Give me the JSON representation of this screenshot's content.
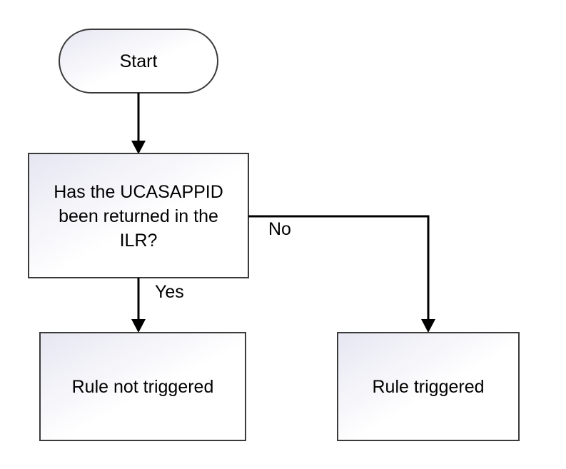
{
  "nodes": {
    "start": {
      "label": "Start"
    },
    "decision": {
      "lines": [
        "Has the UCASAPPID",
        "been returned in the",
        "ILR?"
      ]
    },
    "yes_result": {
      "label": "Rule not triggered"
    },
    "no_result": {
      "label": "Rule triggered"
    }
  },
  "edges": {
    "yes": {
      "label": "Yes"
    },
    "no": {
      "label": "No"
    }
  },
  "colors": {
    "box_gradient_start": "#e6e6f2",
    "box_gradient_end": "#ffffff",
    "stroke": "#3a3a3a",
    "line": "#000000"
  }
}
